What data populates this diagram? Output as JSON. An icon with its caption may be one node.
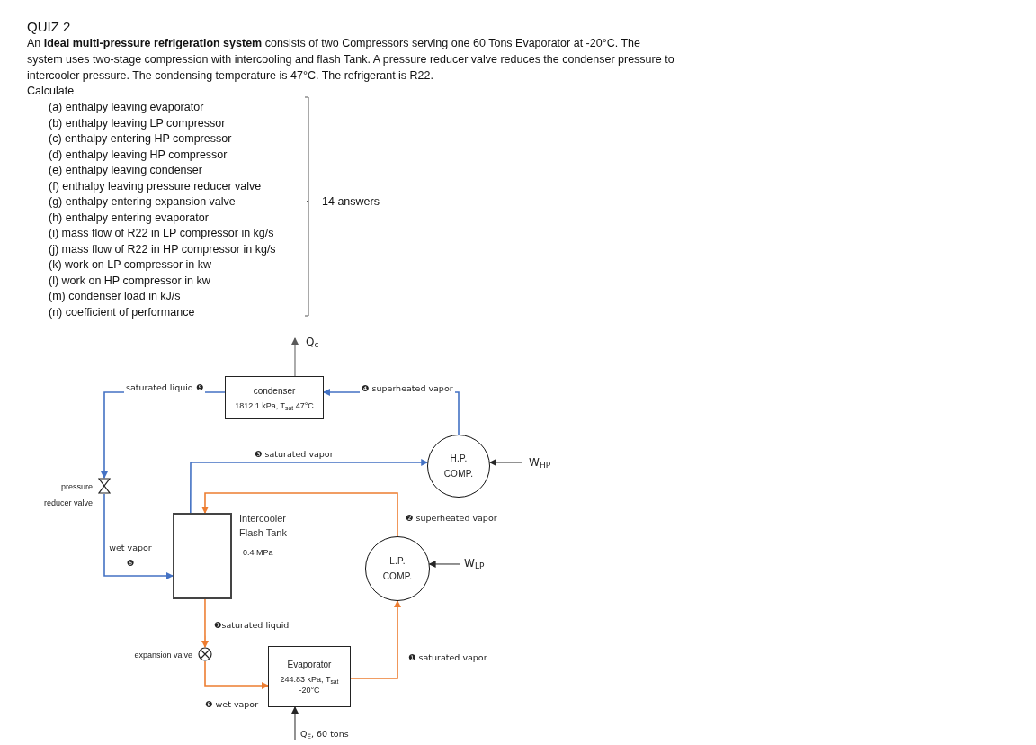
{
  "diagram": {
    "title": "QUIZ 2",
    "nodes": [
      {
        "text": [
          "condenser",
          "1812.1 kPa, T$_{sat}$ 47°C"
        ]
      },
      {
        "text": [
          "H.P. COMP."
        ]
      },
      {
        "text": [
          "L.P. COMP."
        ]
      },
      {
        "text": [
          "Intercooler Flash Tank",
          "0.4 MPa"
        ]
      },
      {
        "text": [
          "Evaporator",
          "244.83 kPa, T$_{sat}$ -20°C"
        ]
      },
      {
        "text": [],
        "shape": "valve",
        "beside": [
          "pressure reducer valve"
        ]
      },
      {
        "text": [],
        "shape": "valve",
        "beside": [
          "expansion valve"
        ]
      }
    ],
    "edges": [
      {
        "from": 0,
        "to": 5,
        "arrow": "to",
        "label": "saturated liquid ❺",
        "color": "#4472c4"
      },
      {
        "from": 5,
        "to": 3,
        "arrow": "to",
        "label": "wet vapor ❻",
        "color": "#4472c4"
      },
      {
        "from": 3,
        "to": 1,
        "arrow": "to",
        "label": "❸ saturated vapor",
        "color": "#4472c4"
      },
      {
        "from": 1,
        "to": 0,
        "arrow": "to",
        "label": "❹ superheated vapor",
        "color": "#4472c4"
      },
      {
        "from": 2,
        "to": 3,
        "arrow": "to",
        "label": "❷ superheated vapor",
        "color": "#ed7d31"
      },
      {
        "from": 3,
        "to": 6,
        "arrow": "to",
        "label": "❼saturated liquid",
        "color": "#ed7d31"
      },
      {
        "from": 6,
        "to": 4,
        "arrow": "to",
        "label": "❽ wet vapor",
        "color": "#ed7d31"
      },
      {
        "from": 4,
        "to": 2,
        "arrow": "to",
        "label": "❶ saturated vapor",
        "color": "#ed7d31"
      },
      {
        "from": 0,
        "to": null,
        "arrow": "to",
        "label": "Q$_{c}$",
        "color": "#595959"
      },
      {
        "from": null,
        "to": 1,
        "arrow": "to",
        "label": "W$_{HP}$",
        "color": "#262626"
      },
      {
        "from": null,
        "to": 2,
        "arrow": "to",
        "label": "W$_{LP}$",
        "color": "#262626"
      },
      {
        "from": null,
        "to": 4,
        "arrow": "to",
        "label": "Q$_{E}$, 60 tons",
        "color": "#262626"
      }
    ],
    "labels": [
      "An **ideal multi-pressure refrigeration system** consists of two Compressors serving one 60 Tons Evaporator at -20°C. The system uses two-stage compression with intercooling and flash Tank.  A pressure reducer valve reduces the condenser pressure to intercooler pressure. The condensing temperature is 47°C. The refrigerant is R22.",
      "Calculate",
      "(a) enthalpy leaving evaporator",
      "(b) enthalpy leaving LP compressor",
      "(c) enthalpy entering HP compressor",
      "(d) enthalpy leaving HP compressor",
      "(e) enthalpy leaving condenser",
      "(f) enthalpy leaving pressure reducer valve",
      "(g) enthalpy entering expansion valve",
      "(h) enthalpy entering evaporator",
      "(i) mass flow of R22 in LP compressor in kg/s",
      "(j) mass flow of R22 in HP compressor in kg/s",
      "(k) work on LP compressor in kw",
      "(l) work on HP compressor in kw",
      "(m) condenser load in kJ/s",
      "(n) coefficient of performance",
      "14 answers"
    ]
  }
}
